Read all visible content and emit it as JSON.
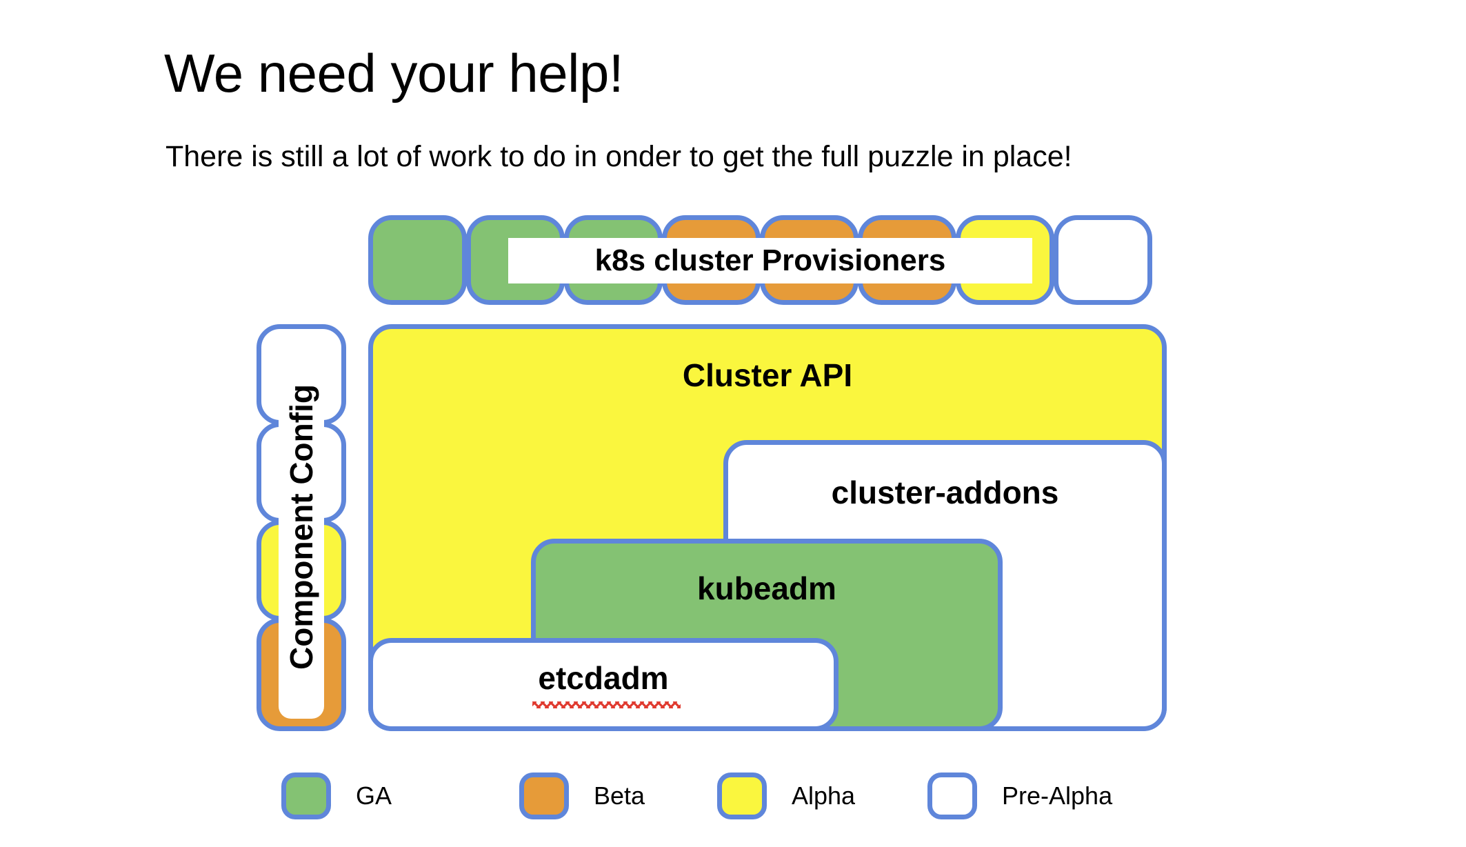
{
  "slide": {
    "title": "We need your help!",
    "subtitle": "There is still a lot of work to do in onder to get the full puzzle in place!"
  },
  "colors": {
    "ga": "#84c273",
    "beta": "#e69b39",
    "alpha": "#faf63e",
    "pre_alpha": "#ffffff",
    "outline": "#5f86da",
    "spellcheck": "#e03a2f",
    "text": "#000000",
    "background": "#ffffff"
  },
  "diagram": {
    "provisioners": {
      "banner_label": "k8s cluster Provisioners",
      "tiles": [
        {
          "status": "GA"
        },
        {
          "status": "GA"
        },
        {
          "status": "GA"
        },
        {
          "status": "Beta"
        },
        {
          "status": "Beta"
        },
        {
          "status": "Beta"
        },
        {
          "status": "Alpha"
        },
        {
          "status": "Pre-Alpha"
        }
      ]
    },
    "component_config": {
      "label": "Component Config",
      "tiles": [
        {
          "status": "Pre-Alpha"
        },
        {
          "status": "Pre-Alpha"
        },
        {
          "status": "Alpha"
        },
        {
          "status": "Beta"
        }
      ]
    },
    "layers": [
      {
        "label": "Cluster API",
        "status": "Alpha"
      },
      {
        "label": "cluster-addons",
        "status": "Pre-Alpha"
      },
      {
        "label": "kubeadm",
        "status": "GA"
      },
      {
        "label": "etcdadm",
        "status": "Pre-Alpha",
        "spellcheck_underline": true
      }
    ]
  },
  "legend": {
    "items": [
      {
        "label": "GA",
        "status": "GA"
      },
      {
        "label": "Beta",
        "status": "Beta"
      },
      {
        "label": "Alpha",
        "status": "Alpha"
      },
      {
        "label": "Pre-Alpha",
        "status": "Pre-Alpha"
      }
    ]
  }
}
